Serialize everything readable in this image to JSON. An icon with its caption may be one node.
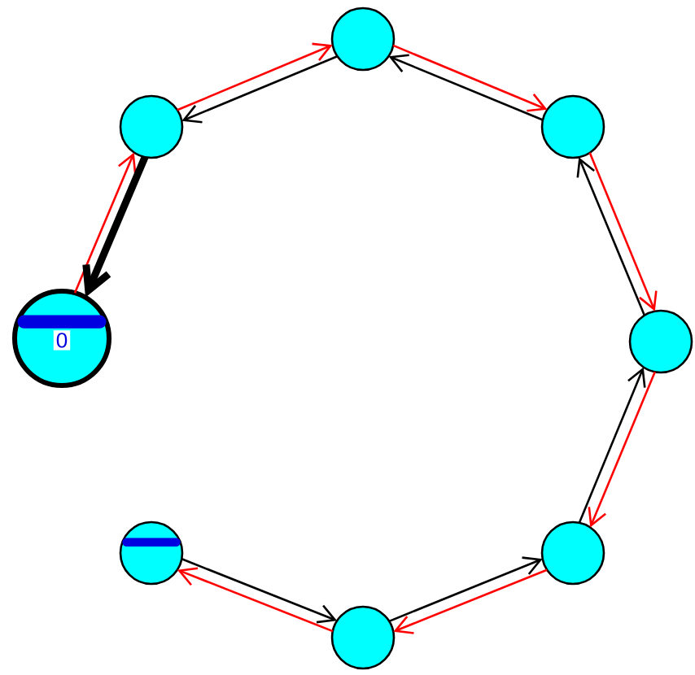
{
  "diagram": {
    "nodes": [
      {
        "text": [
          "0"
        ]
      },
      {
        "text": [],
        "shape": "circle"
      },
      {
        "text": [],
        "shape": "circle"
      },
      {
        "text": [],
        "shape": "circle"
      },
      {
        "text": [],
        "shape": "circle"
      },
      {
        "text": [],
        "shape": "circle"
      },
      {
        "text": [],
        "shape": "circle"
      },
      {
        "text": [],
        "shape": "circle"
      }
    ],
    "edges": [
      {
        "from": 0,
        "to": 1,
        "arrow": "to",
        "color": "#ff0000"
      },
      {
        "from": 1,
        "to": 2,
        "arrow": "to",
        "color": "#ff0000"
      },
      {
        "from": 2,
        "to": 3,
        "arrow": "to",
        "color": "#ff0000"
      },
      {
        "from": 3,
        "to": 4,
        "arrow": "to",
        "color": "#ff0000"
      },
      {
        "from": 4,
        "to": 5,
        "arrow": "to",
        "color": "#ff0000"
      },
      {
        "from": 5,
        "to": 6,
        "arrow": "to",
        "color": "#ff0000"
      },
      {
        "from": 6,
        "to": 7,
        "arrow": "to",
        "color": "#ff0000"
      },
      {
        "from": 1,
        "to": 0,
        "arrow": "to",
        "style": "thick",
        "color": "#000000"
      },
      {
        "from": 2,
        "to": 1,
        "arrow": "to",
        "color": "#000000"
      },
      {
        "from": 3,
        "to": 2,
        "arrow": "to",
        "color": "#000000"
      },
      {
        "from": 4,
        "to": 3,
        "arrow": "to",
        "color": "#000000"
      },
      {
        "from": 5,
        "to": 4,
        "arrow": "to",
        "color": "#000000"
      },
      {
        "from": 6,
        "to": 5,
        "arrow": "to",
        "color": "#000000"
      },
      {
        "from": 7,
        "to": 6,
        "arrow": "to",
        "color": "#000000"
      }
    ]
  }
}
